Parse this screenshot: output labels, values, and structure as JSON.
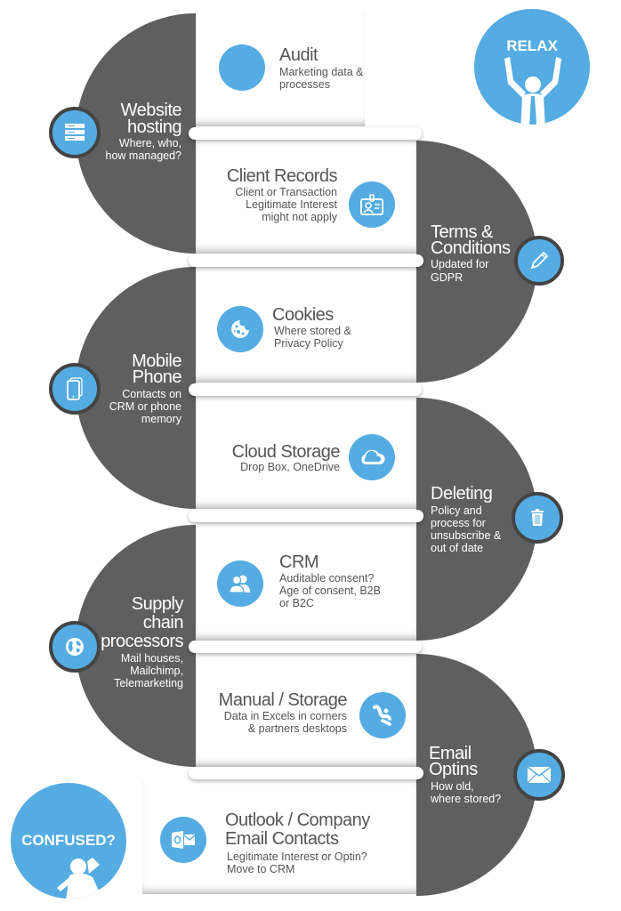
{
  "colors": {
    "grey": "#5f5f5f",
    "accent": "#55ace2",
    "text": "#555555",
    "white": "#ffffff"
  },
  "badges": {
    "top": {
      "label": "RELAX",
      "icon": "cheering-person-icon"
    },
    "bottom": {
      "label": "CONFUSED?",
      "icon": "confused-person-icon"
    }
  },
  "steps": [
    {
      "id": "audit",
      "title": "Audit",
      "subtitle": "Marketing data & processes",
      "lines": [
        "Marketing data &",
        "processes"
      ],
      "icon": "circle-icon"
    },
    {
      "id": "website-hosting",
      "title_lines": [
        "Website",
        "hosting"
      ],
      "lines": [
        "Where, who,",
        "how managed?"
      ],
      "icon": "server-icon"
    },
    {
      "id": "client-records",
      "title": "Client Records",
      "lines": [
        "Client or Transaction",
        "Legitimate Interest",
        "might not apply"
      ],
      "icon": "id-badge-icon"
    },
    {
      "id": "terms",
      "title_lines": [
        "Terms &",
        "Conditions"
      ],
      "lines": [
        "Updated for",
        "GDPR"
      ],
      "icon": "pencil-icon"
    },
    {
      "id": "cookies",
      "title": "Cookies",
      "lines": [
        "Where stored &",
        "Privacy Policy"
      ],
      "icon": "cookie-icon"
    },
    {
      "id": "mobile-phone",
      "title_lines": [
        "Mobile",
        "Phone"
      ],
      "lines": [
        "Contacts on",
        "CRM or phone",
        "memory"
      ],
      "icon": "mobile-phone-icon"
    },
    {
      "id": "cloud-storage",
      "title": "Cloud Storage",
      "lines": [
        "Drop Box, OneDrive"
      ],
      "icon": "cloud-icon"
    },
    {
      "id": "deleting",
      "title": "Deleting",
      "lines": [
        "Policy and",
        "process for",
        "unsubscribe &",
        "out of date"
      ],
      "icon": "trash-icon"
    },
    {
      "id": "crm",
      "title": "CRM",
      "lines": [
        "Auditable consent?",
        "Age of consent, B2B",
        "or B2C"
      ],
      "icon": "users-icon"
    },
    {
      "id": "supply-chain",
      "title_lines": [
        "Supply",
        "chain",
        "processors"
      ],
      "lines": [
        "Mail houses,",
        "Mailchimp,",
        "Telemarketing"
      ],
      "icon": "globe-icon"
    },
    {
      "id": "manual-storage",
      "title": "Manual / Storage",
      "lines": [
        "Data in Excels in corners",
        "& partners desktops"
      ],
      "icon": "chairs-icon"
    },
    {
      "id": "email-optins",
      "title_lines": [
        "Email",
        "Optins"
      ],
      "lines": [
        "How old,",
        "where stored?"
      ],
      "icon": "envelope-icon"
    },
    {
      "id": "outlook",
      "title_lines": [
        "Outlook / Company",
        "Email Contacts"
      ],
      "lines": [
        "Legitimate Interest or Optin?",
        "Move to CRM"
      ],
      "icon": "outlook-icon"
    }
  ]
}
